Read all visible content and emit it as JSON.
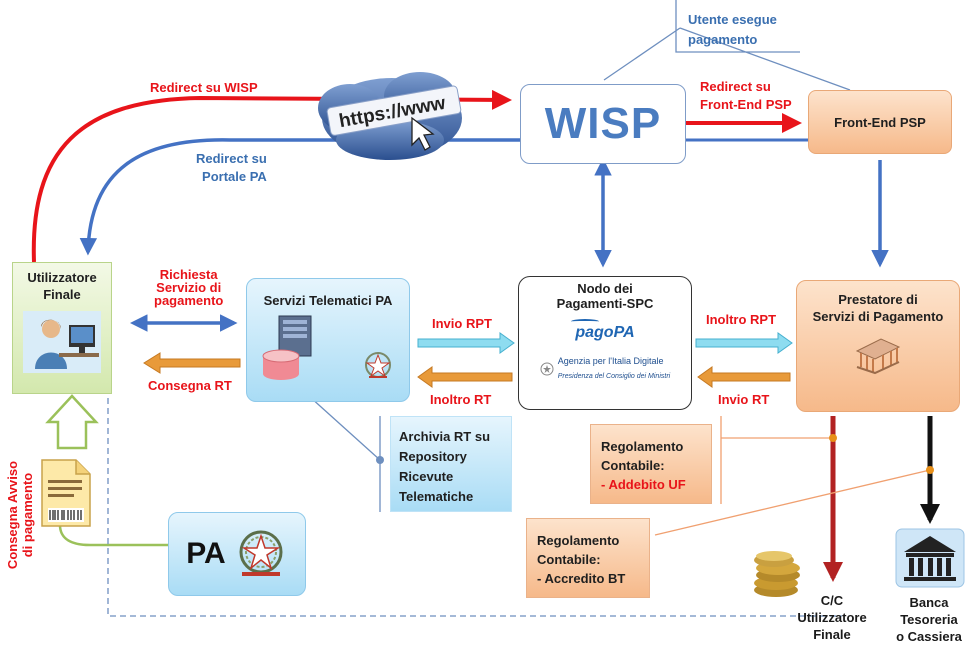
{
  "nodes": {
    "wisp": {
      "label": "WISP"
    },
    "frontend_psp": {
      "label": "Front-End PSP"
    },
    "utente_note": {
      "line1": "Utente esegue",
      "line2": "pagamento"
    },
    "utilizzatore": {
      "line1": "Utilizzatore",
      "line2": "Finale"
    },
    "servizi": {
      "label": "Servizi Telematici PA"
    },
    "nodo": {
      "line1": "Nodo dei",
      "line2": "Pagamenti-SPC",
      "logo": "pagoPA",
      "agency": "Agenzia per l'Italia Digitale",
      "agency_sub": "Presidenza del Consiglio dei Ministri"
    },
    "prestatore": {
      "line1": "Prestatore  di",
      "line2": "Servizi di Pagamento"
    },
    "archivia": {
      "line1": "Archivia RT su",
      "line2": "Repository",
      "line3": "Ricevute",
      "line4": "Telematiche"
    },
    "pa": {
      "label": "PA"
    },
    "reg_uf": {
      "line1": "Regolamento",
      "line2": "Contabile:",
      "line3": "- Addebito UF"
    },
    "reg_bt": {
      "line1": "Regolamento",
      "line2": "Contabile:",
      "line3": "- Accredito BT"
    },
    "cc": {
      "line1": "C/C",
      "line2": "Utilizzatore",
      "line3": "Finale"
    },
    "banca": {
      "line1": "Banca",
      "line2": "Tesoreria",
      "line3": "o Cassiera"
    },
    "cloud": {
      "text": "https://www"
    }
  },
  "edges": {
    "redirect_wisp": "Redirect su WISP",
    "redirect_portale_1": "Redirect  su",
    "redirect_portale_2": "Portale PA",
    "redirect_psp_1": "Redirect su",
    "redirect_psp_2": "Front-End PSP",
    "richiesta_1": "Richiesta",
    "richiesta_2": "Servizio di",
    "richiesta_3": "pagamento",
    "consegna_rt": "Consegna RT",
    "invio_rpt_1": "Invio RPT",
    "inoltro_rt_1": "Inoltro RT",
    "inoltro_rpt": "Inoltro RPT",
    "invio_rt": "Invio RT",
    "consegna_avviso_1": "Consegna Avviso",
    "consegna_avviso_2": "di pagamento"
  },
  "colors": {
    "red": "#e8141a",
    "blue": "#3a6fb0",
    "orange_box": "#f8c9a0",
    "light_blue_box": "#cfe9fb",
    "green_box": "#e4f1c8",
    "cyan_arrow": "#5ec6e0",
    "orange_arrow": "#e89a3a"
  }
}
